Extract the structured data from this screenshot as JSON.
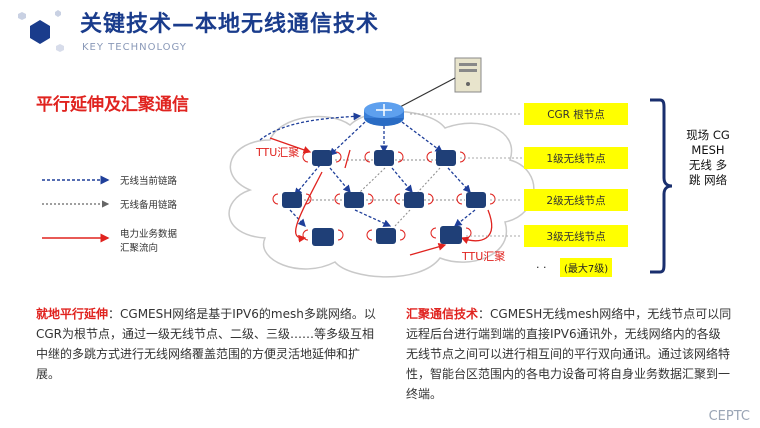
{
  "header": {
    "title": "关键技术—本地无线通信技术",
    "subtitle": "KEY TECHNOLOGY"
  },
  "section_title": "平行延伸及汇聚通信",
  "legend": {
    "current_link": "无线当前链路",
    "backup_link": "无线备用链路",
    "power_flow_line1": "电力业务数据",
    "power_flow_line2": "汇聚流向"
  },
  "diagram": {
    "ttu_label_top": "TTU汇聚",
    "ttu_label_bottom": "TTU汇聚",
    "levels": [
      "CGR 根节点",
      "1级无线节点",
      "2级无线节点",
      "3级无线节点"
    ],
    "dots": ". .",
    "max_level": "(最大7级)",
    "bracket_label": "现场 CG MESH 无线 多跳 网络"
  },
  "paragraph_left": {
    "heading": "就地平行延伸",
    "body": "：CGMESH网络是基于IPV6的mesh多跳网络。以CGR为根节点，通过一级无线节点、二级、三级……等多级互相中继的多跳方式进行无线网络覆盖范围的方便灵活地延伸和扩展。"
  },
  "paragraph_right": {
    "heading": "汇聚通信技术",
    "body": "：CGMESH无线mesh网络中，无线节点可以同远程后台进行端到端的直接IPV6通讯外，无线网络内的各级无线节点之间可以进行相互间的平行双向通讯。通过该网络特性，智能台区范围内的各电力设备可将自身业务数据汇聚到一终端。"
  },
  "watermark": "CEPTC",
  "colors": {
    "title": "#1a3c8c",
    "accent_red": "#e0231f",
    "level_box": "#ffff00",
    "node": "#1f3f77"
  }
}
